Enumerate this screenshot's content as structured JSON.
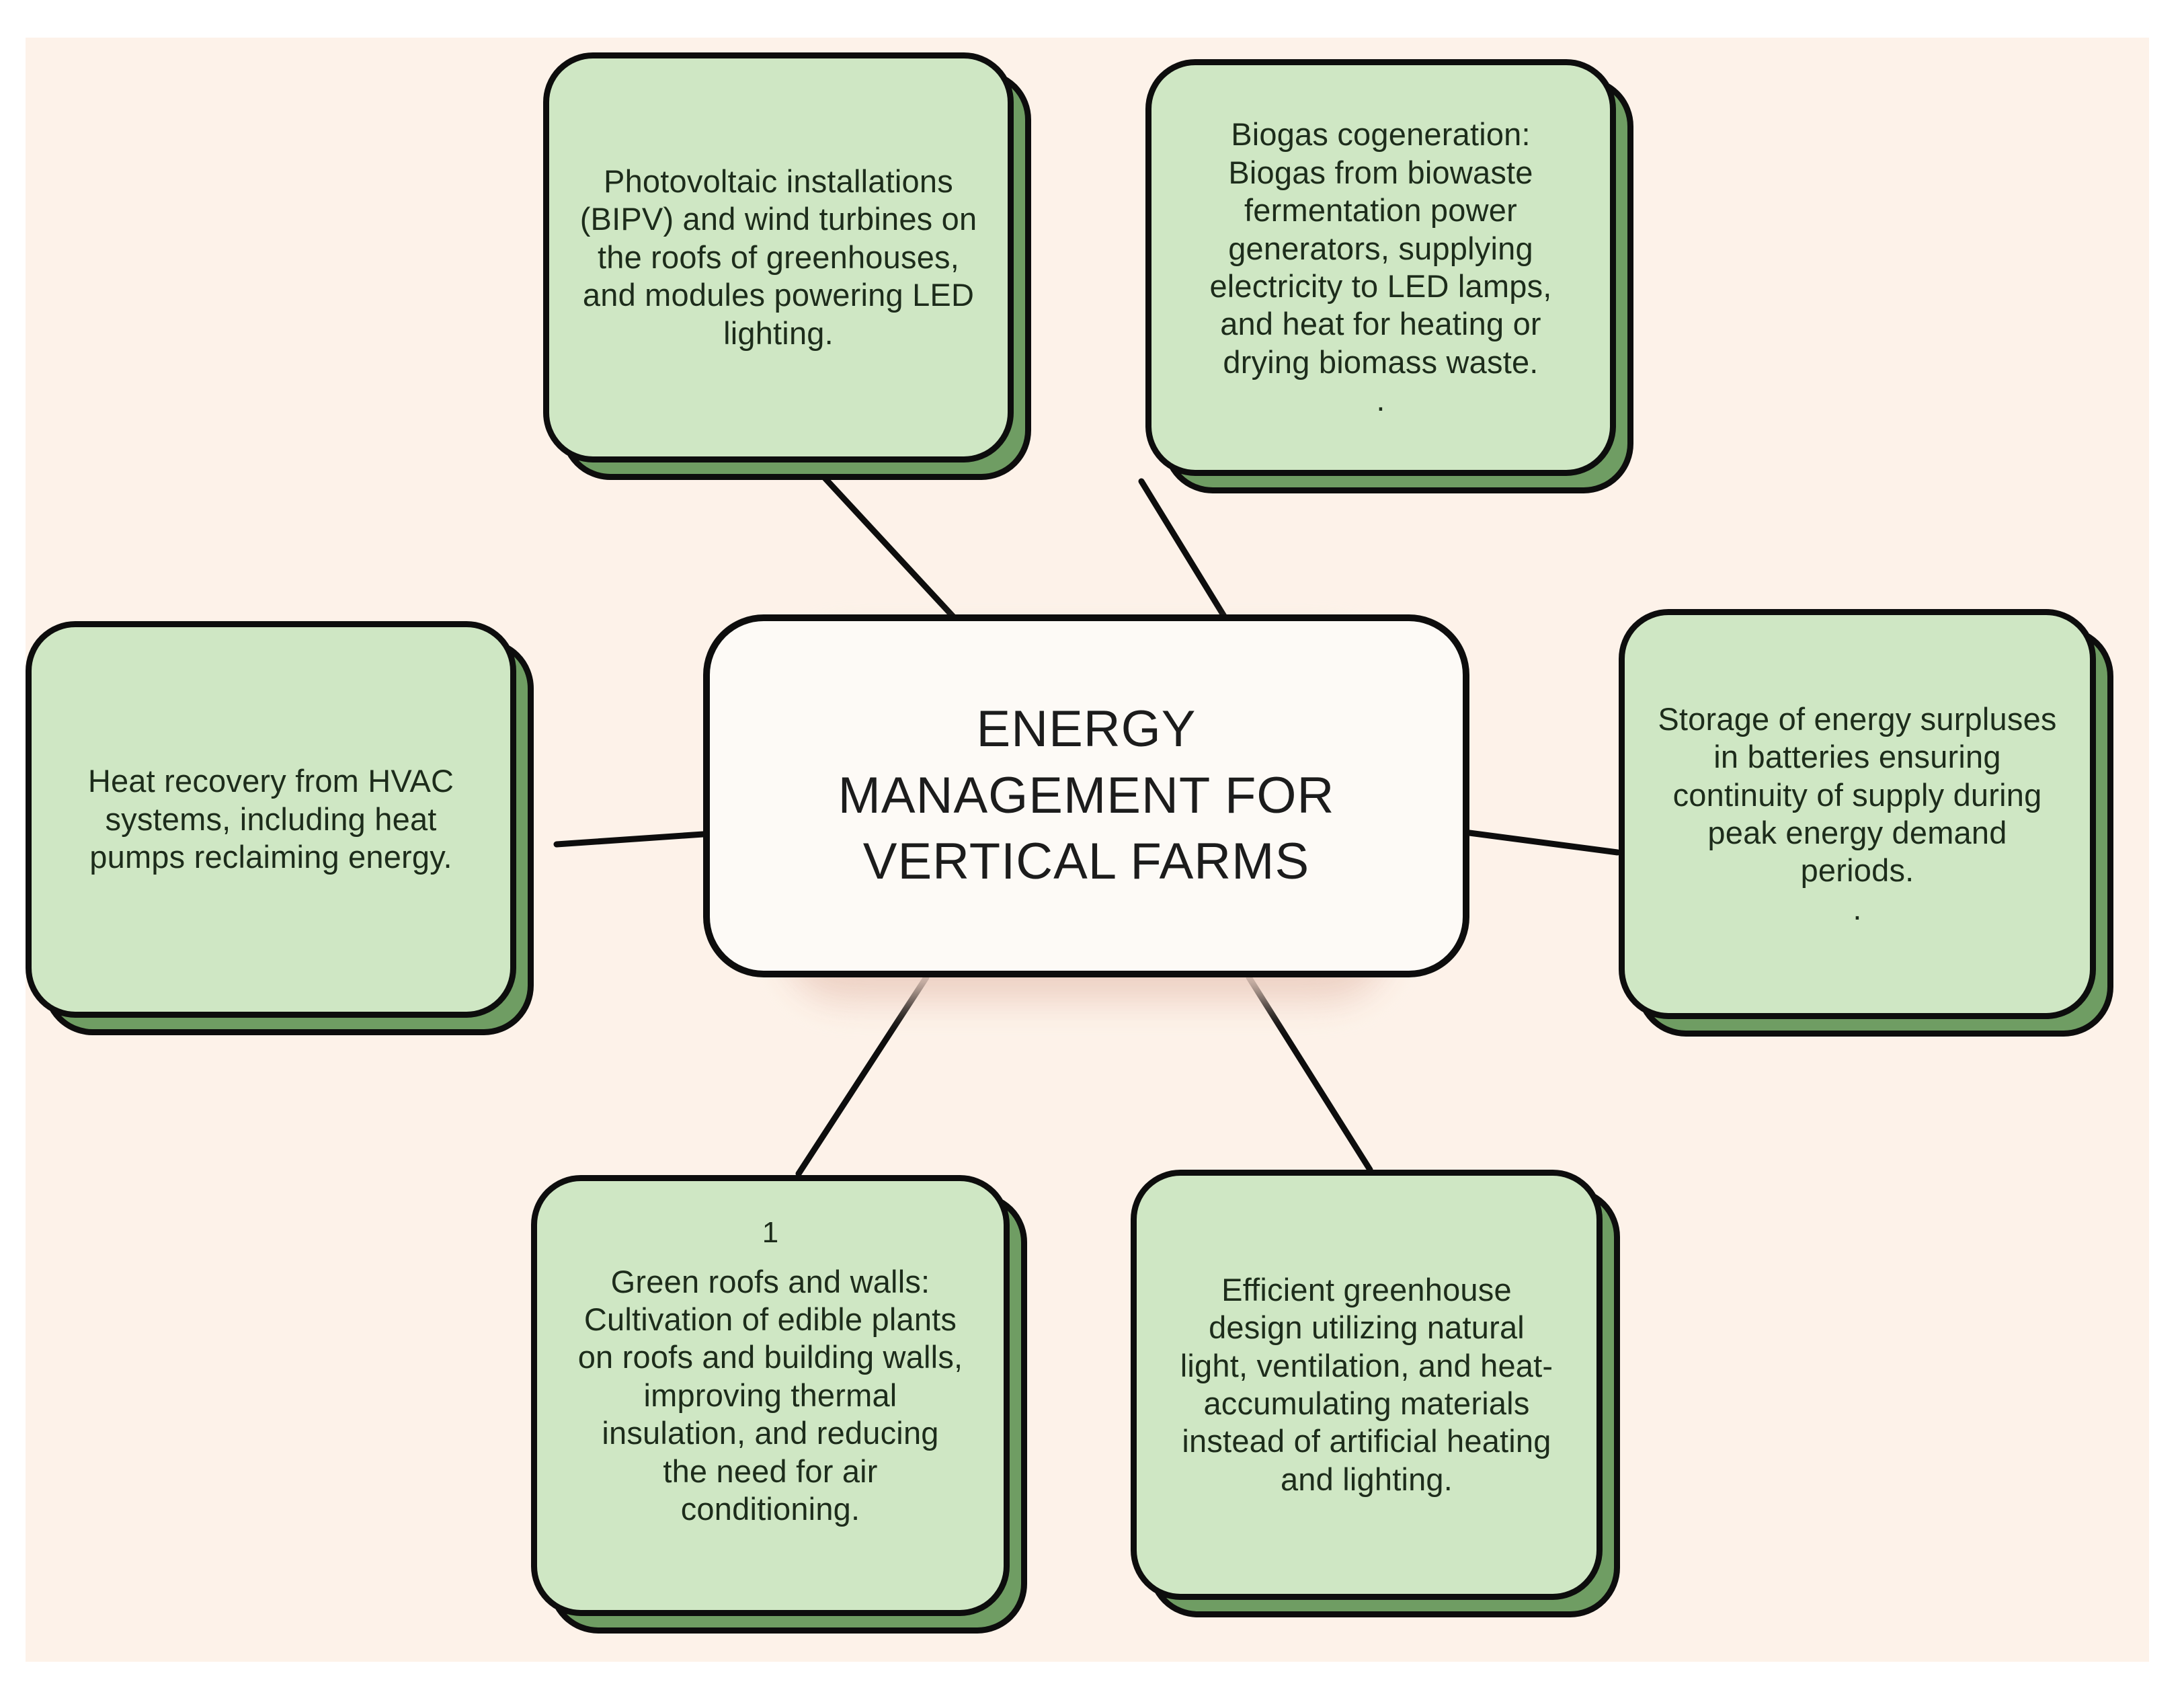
{
  "diagram": {
    "type": "mind-map",
    "background_color": "#fdf2e9",
    "node_fill_color": "#cfe7c4",
    "node_shadow_color": "#6f9d63",
    "node_border_color": "#0d0d0d",
    "center_fill_color": "#fdfaf6",
    "center_shadow_color": "#eccfc2",
    "text_color": "#1d2c1b",
    "center": {
      "title": "ENERGY\nMANAGEMENT FOR\nVERTICAL FARMS"
    },
    "branches": [
      {
        "id": "photovoltaic",
        "position": "top-left",
        "text": "Photovoltaic installations\n(BIPV) and wind turbines on\nthe roofs of greenhouses,\nand modules powering LED\nlighting."
      },
      {
        "id": "biogas",
        "position": "top-right",
        "text": "Biogas cogeneration:\nBiogas from biowaste\nfermentation power\ngenerators, supplying\nelectricity to LED lamps,\nand heat for heating or\ndrying biomass waste.\n."
      },
      {
        "id": "heat-recovery",
        "position": "left",
        "text": "Heat recovery from HVAC\nsystems, including heat\npumps reclaiming energy."
      },
      {
        "id": "storage",
        "position": "right",
        "text": "Storage of energy surpluses\nin batteries ensuring\ncontinuity of supply during\npeak energy demand\nperiods.\n."
      },
      {
        "id": "green-roofs",
        "position": "bottom-left",
        "marker": "1",
        "text": "Green roofs and walls:\nCultivation of edible plants\non roofs and building walls,\nimproving thermal\ninsulation, and reducing\nthe need for air\nconditioning."
      },
      {
        "id": "efficient-greenhouse",
        "position": "bottom-right",
        "text": "Efficient greenhouse\ndesign utilizing natural\nlight, ventilation, and heat-\naccumulating materials\ninstead of artificial heating\nand lighting."
      }
    ]
  }
}
